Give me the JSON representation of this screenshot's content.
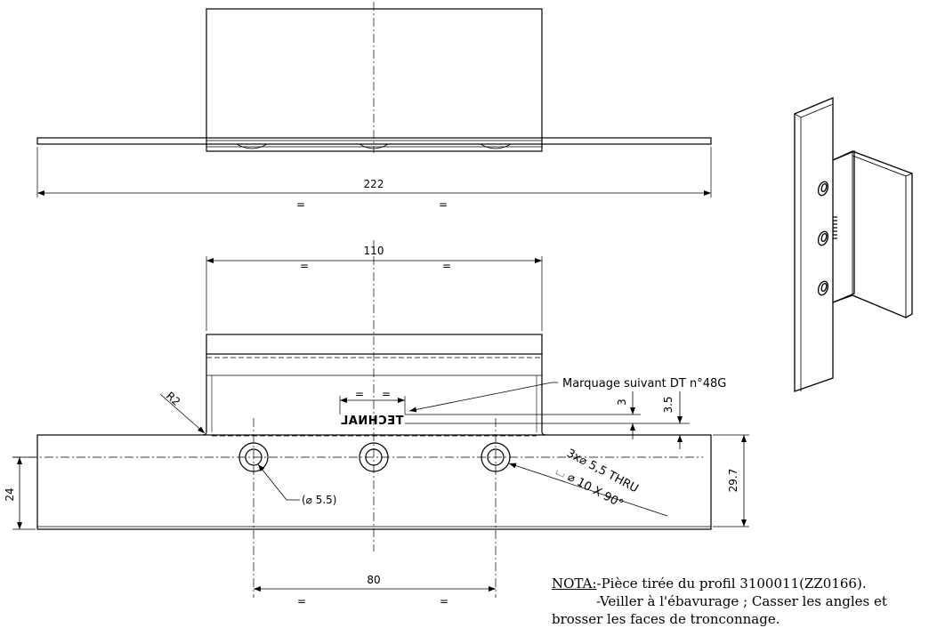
{
  "top_view": {
    "dim_overall": "222",
    "equal_marks": [
      "=",
      "="
    ]
  },
  "front_view": {
    "dim_width": "110",
    "dim_width_equals": [
      "=",
      "="
    ],
    "radius": "R2",
    "engraving": "TECHNAL",
    "marking_callout": "Marquage suivant DT n°48G",
    "dim_marking_offset_a": "3",
    "dim_marking_offset_b": "3.5",
    "marking_equals": [
      "=",
      "="
    ],
    "dim_height_left": "24",
    "dim_height_right": "29.7",
    "hole_callout": "(⌀ 5.5)",
    "hole_spec_line1": "3x⌀ 5,5 THRU",
    "hole_spec_line2": "⌴ ⌀ 10 X 90°",
    "dim_hole_spacing": "80",
    "hole_spacing_equals": [
      "=",
      "="
    ]
  },
  "note": {
    "label": "NOTA:",
    "line1": "-Pièce tirée du profil 3100011(ZZ0166).",
    "line2": "-Veiller à l'ébavurage ; Casser les angles et",
    "line3": "brosser les faces de tronconnage."
  }
}
